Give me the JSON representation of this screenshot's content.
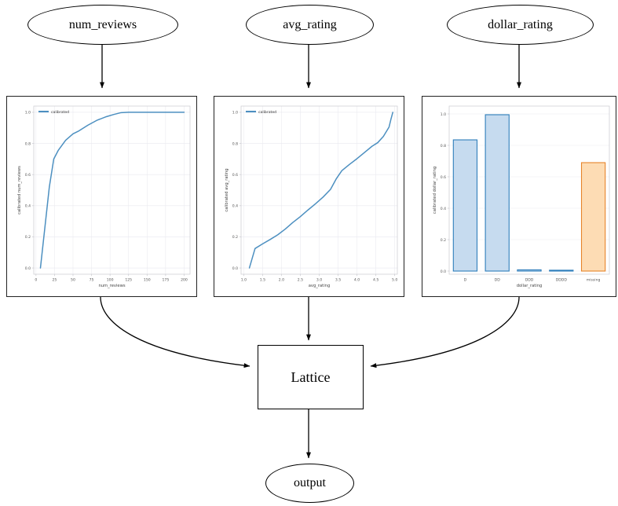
{
  "graph": {
    "input_nodes": [
      {
        "id": "num_reviews",
        "label": "num_reviews"
      },
      {
        "id": "avg_rating",
        "label": "avg_rating"
      },
      {
        "id": "dollar_rating",
        "label": "dollar_rating"
      }
    ],
    "lattice_node": {
      "id": "lattice",
      "label": "Lattice"
    },
    "output_node": {
      "id": "output",
      "label": "output"
    }
  },
  "colors": {
    "line": "#4C8FC0",
    "bar_fill_blue": "#C6DBEF",
    "bar_edge_blue": "#2E7EBB",
    "bar_fill_orange": "#FDDCB4",
    "bar_edge_orange": "#E6842A",
    "grid": "#E9E9EF",
    "node_border": "#000000",
    "panel_border": "#222222"
  },
  "chart_data": [
    {
      "type": "line",
      "id": "calibrator-num-reviews",
      "title": "",
      "xlabel": "num_reviews",
      "ylabel": "calibrated num_reviews",
      "legend": [
        "calibrated"
      ],
      "legend_position": "upper left",
      "grid": true,
      "xlim": [
        -3,
        208
      ],
      "ylim": [
        -0.04,
        1.04
      ],
      "xticks": [
        0,
        25,
        50,
        75,
        100,
        125,
        150,
        175,
        200
      ],
      "xticklabels": [
        "0",
        "25",
        "50",
        "75",
        "100",
        "125",
        "150",
        "175",
        "200"
      ],
      "yticks": [
        0.0,
        0.2,
        0.4,
        0.6,
        0.8,
        1.0
      ],
      "yticklabels": [
        "0.0",
        "0.2",
        "0.4",
        "0.6",
        "0.8",
        "1.0"
      ],
      "series": [
        {
          "name": "calibrated",
          "x": [
            6,
            12,
            18,
            24,
            30,
            40,
            50,
            57,
            70,
            82,
            95,
            105,
            115,
            125,
            150,
            175,
            200
          ],
          "y": [
            0.0,
            0.26,
            0.52,
            0.7,
            0.755,
            0.82,
            0.862,
            0.878,
            0.917,
            0.948,
            0.972,
            0.986,
            0.998,
            1.0,
            1.0,
            1.0,
            1.0
          ]
        }
      ]
    },
    {
      "type": "line",
      "id": "calibrator-avg-rating",
      "title": "",
      "xlabel": "avg_rating",
      "ylabel": "calibrated avg_rating",
      "legend": [
        "calibrated"
      ],
      "legend_position": "upper left",
      "grid": true,
      "xlim": [
        0.93,
        5.07
      ],
      "ylim": [
        -0.04,
        1.04
      ],
      "xticks": [
        1.0,
        1.5,
        2.0,
        2.5,
        3.0,
        3.5,
        4.0,
        4.5,
        5.0
      ],
      "xticklabels": [
        "1.0",
        "1.5",
        "2.0",
        "2.5",
        "3.0",
        "3.5",
        "4.0",
        "4.5",
        "5.0"
      ],
      "yticks": [
        0.0,
        0.2,
        0.4,
        0.6,
        0.8,
        1.0
      ],
      "yticklabels": [
        "0.0",
        "0.2",
        "0.4",
        "0.6",
        "0.8",
        "1.0"
      ],
      "series": [
        {
          "name": "calibrated",
          "x": [
            1.15,
            1.3,
            1.5,
            1.7,
            1.9,
            2.1,
            2.3,
            2.5,
            2.7,
            2.9,
            3.1,
            3.3,
            3.45,
            3.6,
            3.8,
            4.0,
            4.2,
            4.4,
            4.55,
            4.7,
            4.85,
            4.9,
            4.95
          ],
          "y": [
            0.0,
            0.125,
            0.155,
            0.183,
            0.213,
            0.25,
            0.292,
            0.33,
            0.372,
            0.412,
            0.455,
            0.505,
            0.572,
            0.625,
            0.665,
            0.702,
            0.742,
            0.782,
            0.805,
            0.845,
            0.905,
            0.955,
            1.0
          ]
        }
      ]
    },
    {
      "type": "bar",
      "id": "calibrator-dollar-rating",
      "title": "",
      "xlabel": "dollar_rating",
      "ylabel": "calibrated dollar_rating",
      "grid": true,
      "ylim": [
        -0.02,
        1.05
      ],
      "yticks": [
        0.0,
        0.2,
        0.4,
        0.6,
        0.8,
        1.0
      ],
      "yticklabels": [
        "0.0",
        "0.2",
        "0.4",
        "0.6",
        "0.8",
        "1.0"
      ],
      "categories": [
        "D",
        "DD",
        "DDD",
        "DDDD",
        "missing"
      ],
      "values": [
        0.835,
        0.995,
        0.008,
        0.0,
        0.69
      ],
      "bar_colors": [
        "blue",
        "blue",
        "blue",
        "blue",
        "orange"
      ]
    }
  ]
}
